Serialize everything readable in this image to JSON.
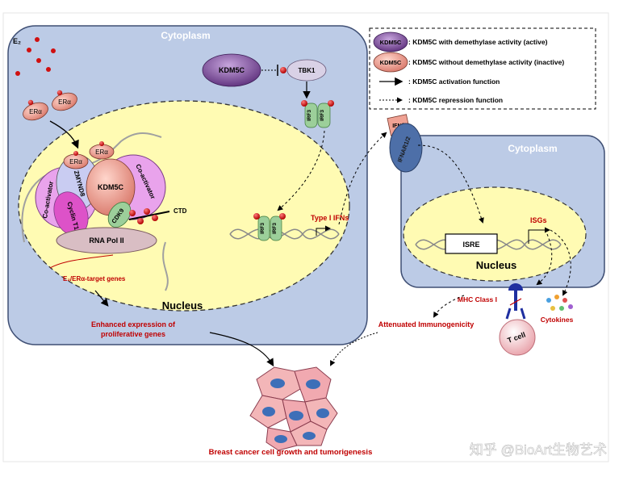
{
  "e2_label": "E₂",
  "left_cell": {
    "cytoplasm_label": "Cytoplasm",
    "nucleus_label": "Nucleus",
    "era_label": "ERα",
    "complex": {
      "kdm5c": "KDM5C",
      "zmynd8": "ZMYND8",
      "coactivator_left": "Co-activator",
      "coactivator_right": "Co-activator",
      "cyclin": "Cyclin T1",
      "cdk9": "CDK9",
      "rnapol": "RNA Pol II",
      "ctd": "CTD"
    },
    "target_genes_label": "E₂/ERα-target genes",
    "kdm5c_inactive": "KDM5C",
    "tbk1": "TBK1",
    "irf3": "IRF3",
    "type1_ifns": "Type I IFNs",
    "enhanced_expr_line1": "Enhanced expression of",
    "enhanced_expr_line2": "proliferative genes"
  },
  "right_cell": {
    "cytoplasm_label": "Cytoplasm",
    "nucleus_label": "Nucleus",
    "ifnb": "IFNβ",
    "receptor": "IFNAR1/2",
    "isre": "ISRE",
    "isgs": "ISGs",
    "mhc": "MHC Class I",
    "tcell": "T cell",
    "cytokines": "Cytokines",
    "attenuated": "Attenuated Immunogenicity"
  },
  "legend": {
    "active_icon": "KDM5C",
    "active_text": ": KDM5C with demethylase activity (active)",
    "inactive_icon": "KDM5C",
    "inactive_text": ": KDM5C without demethylase activity (inactive)",
    "activation_text": ": KDM5C activation function",
    "repression_text": ": KDM5C repression function"
  },
  "outcome": "Breast cancer cell growth and tumorigenesis",
  "watermark": "知乎 @BioArt生物艺术",
  "colors": {
    "cytoplasm_fill": "#bccbe6",
    "cytoplasm_border": "#3f4f74",
    "nucleus_fill": "#fffbb3",
    "kdm5c_active": "#6e3b8f",
    "kdm5c_inactive": "#f0a294",
    "phospho": "#e00000",
    "red_text": "#c00000"
  }
}
